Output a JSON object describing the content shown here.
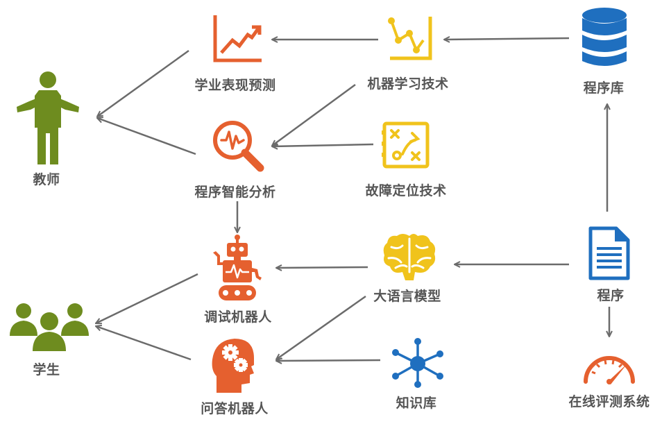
{
  "colors": {
    "person": "#6e8c1f",
    "orange": "#e5602f",
    "yellow": "#f0c31c",
    "blue": "#1f6fbf",
    "label": "#555555",
    "arrow": "#6b6b6b"
  },
  "nodes": {
    "teacher": {
      "label": "教师",
      "icon": "person-icon"
    },
    "student": {
      "label": "学生",
      "icon": "group-icon"
    },
    "performance": {
      "label": "学业表现预测",
      "icon": "trend-chart-icon"
    },
    "program_analysis": {
      "label": "程序智能分析",
      "icon": "magnifier-icon"
    },
    "debug_robot": {
      "label": "调试机器人",
      "icon": "robot-icon"
    },
    "qa_robot": {
      "label": "问答机器人",
      "icon": "head-gears-icon"
    },
    "ml": {
      "label": "机器学习技术",
      "icon": "line-chart-icon"
    },
    "fault": {
      "label": "故障定位技术",
      "icon": "strategy-board-icon"
    },
    "llm": {
      "label": "大语言模型",
      "icon": "brain-icon"
    },
    "kb": {
      "label": "知识库",
      "icon": "network-icon"
    },
    "repo": {
      "label": "程序库",
      "icon": "database-icon"
    },
    "program": {
      "label": "程序",
      "icon": "document-icon"
    },
    "oj": {
      "label": "在线评测系统",
      "icon": "speedometer-icon"
    }
  }
}
